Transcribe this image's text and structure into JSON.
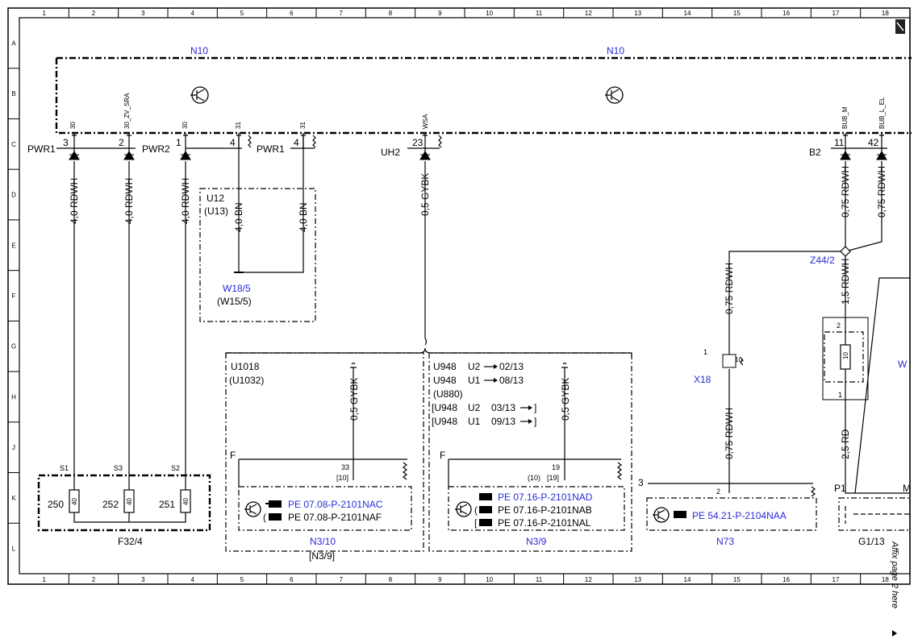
{
  "grid": {
    "columns": [
      "1",
      "2",
      "3",
      "4",
      "5",
      "6",
      "7",
      "8",
      "9",
      "10",
      "11",
      "12",
      "13",
      "14",
      "15",
      "16",
      "17",
      "18"
    ],
    "rows": [
      "A",
      "B",
      "C",
      "D",
      "E",
      "F",
      "G",
      "H",
      "J",
      "K",
      "L"
    ]
  },
  "components": {
    "n10_left": "N10",
    "n10_right": "N10",
    "u12": "U12",
    "u13": "(U13)",
    "w18": "W18/5",
    "w15": "(W15/5)",
    "u1018": "U1018",
    "u1032": "(U1032)",
    "u948_1": "U948",
    "u948_1_code": "U2",
    "u948_1_date": "02/13",
    "u948_2": "U948",
    "u948_2_code": "U1",
    "u948_2_date": "08/13",
    "u880": "(U880)",
    "u948_3": "[U948",
    "u948_3_code": "U2",
    "u948_3_date": "03/13",
    "u948_3_end": "]",
    "u948_4": "[U948",
    "u948_4_code": "U1",
    "u948_4_date": "09/13",
    "u948_4_end": "]",
    "x18": "X18",
    "z44": "Z44/2",
    "b2": "B2",
    "uh2": "UH2",
    "f32": "F32/4",
    "n310": "N3/10",
    "n39_bracket": "[N3/9]",
    "n39": "N3/9",
    "n73": "N73",
    "g113": "G1/13",
    "w_cut": "W",
    "m_cut": "M",
    "p1": "P1",
    "f_left": "F",
    "f_mid": "F",
    "three": "3"
  },
  "connectors": {
    "pwr1_a": "PWR1",
    "pwr2": "PWR2",
    "pwr1_b": "PWR1",
    "p3": "3",
    "p2": "2",
    "p1": "1",
    "p4": "4",
    "p4b": "4",
    "p23": "23",
    "p11": "11",
    "p42": "42",
    "pin30a": "30",
    "pin30zv": "30_ZV_SRA",
    "pin30b": "30",
    "pin31a": "31",
    "pin31b": "31",
    "pinwsa": "WSA",
    "pinbubm": "BUB_M",
    "pinbubel": "BUB_L_EL"
  },
  "wires": {
    "w1": "4,0 RDWH",
    "w2": "4,0 RDWH",
    "w3": "4,0 RDWH",
    "w4": "4,0 BN",
    "w5": "4,0 BN",
    "w6": "0,5 GYBK",
    "w7": "0,75 RDWH",
    "w8": "0,75 RDWH",
    "w9": "0,75 RDWH",
    "w10": "1,5 RDWH",
    "w11": "0,5 GYBK",
    "w12": "0,5 GYBK",
    "w13": "0,75 RDWH",
    "w14": "2,5 RD"
  },
  "fuses": {
    "s1": "S1",
    "s3": "S3",
    "s2": "S2",
    "f250": "250",
    "f252": "252",
    "f251": "251",
    "r40a": "40",
    "r40b": "40",
    "r40c": "40",
    "r10a": "10",
    "r10b": "10"
  },
  "pins": {
    "p33": "33",
    "p10b": "[10]",
    "p19": "19",
    "p10p": "(10)",
    "p19b": "[19]",
    "p2b": "2",
    "p1x": "1",
    "p10x": "10",
    "p2t": "2",
    "p1t": "1"
  },
  "references": {
    "pe1": "PE 07.08-P-2101NAC",
    "pe2": "PE 07.08-P-2101NAF",
    "pe3": "PE 07.16-P-2101NAD",
    "pe4": "PE 07.16-P-2101NAB",
    "pe5": "PE 07.16-P-2101NAL",
    "pe6": "PE 54.21-P-2104NAA"
  },
  "footer": {
    "affix": "Affix page 2 here"
  },
  "colors": {
    "blue": "#2a2ad8",
    "black": "#000000"
  }
}
